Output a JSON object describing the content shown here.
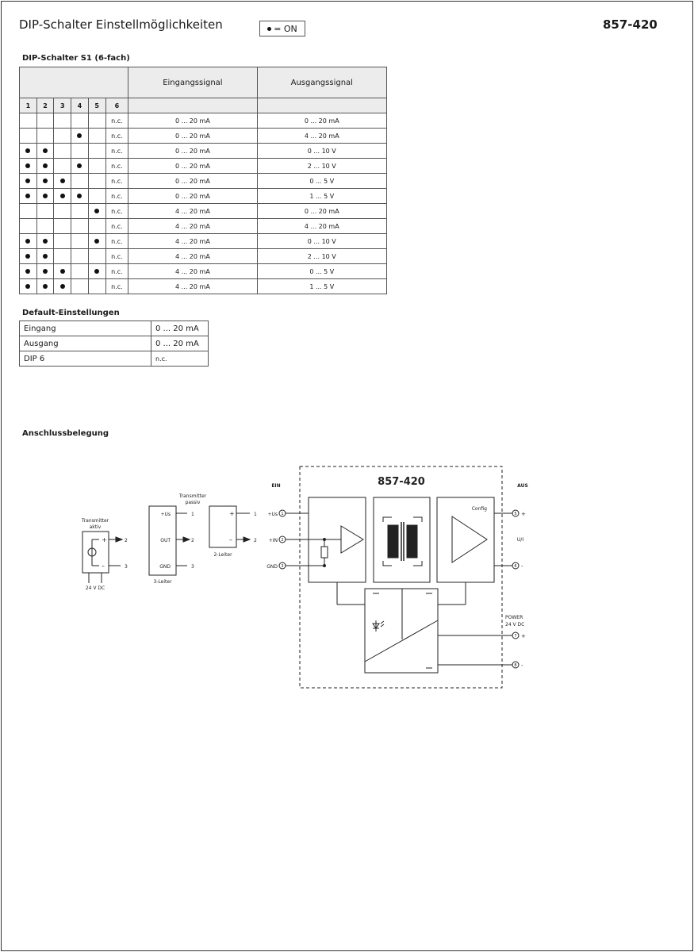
{
  "header": {
    "title": "DIP-Schalter Einstellmöglichkeiten",
    "legend_label": "= ON",
    "model": "857-420"
  },
  "dip_section": {
    "title": "DIP-Schalter S1 (6-fach)",
    "col_input": "Eingangssignal",
    "col_output": "Ausgangssignal",
    "switch_numbers": [
      "1",
      "2",
      "3",
      "4",
      "5",
      "6"
    ],
    "rows": [
      {
        "on": [
          false,
          false,
          false,
          false,
          false
        ],
        "s6": "n.c.",
        "input": "0 ... 20 mA",
        "output": "0 ... 20 mA"
      },
      {
        "on": [
          false,
          false,
          false,
          true,
          false
        ],
        "s6": "n.c.",
        "input": "0 ... 20 mA",
        "output": "4 ... 20 mA"
      },
      {
        "on": [
          true,
          true,
          false,
          false,
          false
        ],
        "s6": "n.c.",
        "input": "0 ... 20 mA",
        "output": "0 ... 10 V"
      },
      {
        "on": [
          true,
          true,
          false,
          true,
          false
        ],
        "s6": "n.c.",
        "input": "0 ... 20 mA",
        "output": "2 ... 10 V"
      },
      {
        "on": [
          true,
          true,
          true,
          false,
          false
        ],
        "s6": "n.c.",
        "input": "0 ... 20 mA",
        "output": "0 ... 5 V"
      },
      {
        "on": [
          true,
          true,
          true,
          true,
          false
        ],
        "s6": "n.c.",
        "input": "0 ... 20 mA",
        "output": "1 ... 5 V"
      },
      {
        "on": [
          false,
          false,
          false,
          false,
          true
        ],
        "s6": "n.c.",
        "input": "4 ... 20 mA",
        "output": "0 ... 20 mA"
      },
      {
        "on": [
          false,
          false,
          false,
          false,
          false
        ],
        "s6": "n.c.",
        "input": "4 ... 20 mA",
        "output": "4 ... 20 mA"
      },
      {
        "on": [
          true,
          true,
          false,
          false,
          true
        ],
        "s6": "n.c.",
        "input": "4 ... 20 mA",
        "output": "0 ... 10 V"
      },
      {
        "on": [
          true,
          true,
          false,
          false,
          false
        ],
        "s6": "n.c.",
        "input": "4 ... 20 mA",
        "output": "2 ... 10 V"
      },
      {
        "on": [
          true,
          true,
          true,
          false,
          true
        ],
        "s6": "n.c.",
        "input": "4 ... 20 mA",
        "output": "0 ... 5 V"
      },
      {
        "on": [
          true,
          true,
          true,
          false,
          false
        ],
        "s6": "n.c.",
        "input": "4 ... 20 mA",
        "output": "1 ... 5 V"
      }
    ]
  },
  "defaults": {
    "title": "Default-Einstellungen",
    "rows": [
      {
        "label": "Eingang",
        "value": "0 ... 20 mA"
      },
      {
        "label": "Ausgang",
        "value": "0 ... 20 mA"
      },
      {
        "label": "DIP 6",
        "value": "n.c."
      }
    ]
  },
  "wiring": {
    "title": "Anschlussbelegung",
    "module_name": "857-420",
    "ein": "EIN",
    "aus": "AUS",
    "config": "Config",
    "ui": "U/I",
    "power": "POWER",
    "power_voltage": "24 V DC",
    "terminal_labels_in": [
      "+Us",
      "+IN",
      "GND"
    ],
    "terminal_nums": [
      "1",
      "2",
      "3",
      "5",
      "6",
      "7",
      "8"
    ],
    "out_plus": "+",
    "out_minus": "-",
    "transmitter_active": [
      "Transmitter",
      "aktiv"
    ],
    "transmitter_passive": [
      "Transmitter",
      "passiv"
    ],
    "three_wire": "3-Leiter",
    "two_wire": "2-Leiter",
    "supply_24v": "24 V DC",
    "tx3_pins": [
      "+Us",
      "OUT",
      "GND"
    ],
    "wire_nums": [
      "1",
      "2",
      "3"
    ],
    "plus": "+",
    "minus": "–"
  }
}
